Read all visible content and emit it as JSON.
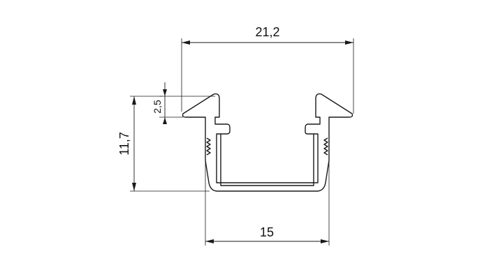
{
  "drawing": {
    "dimensions": {
      "overall_width": "21,2",
      "lip_height": "2,5",
      "total_height": "11,7",
      "inner_width": "15"
    },
    "colors": {
      "line": "#1a1a1a",
      "background": "#ffffff"
    }
  }
}
